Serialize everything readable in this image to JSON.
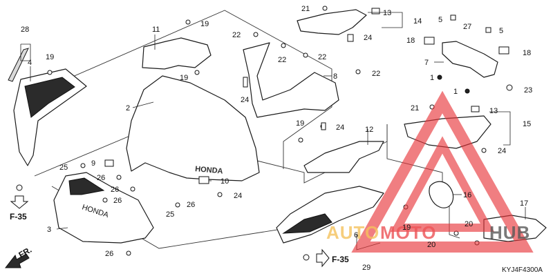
{
  "diagram": {
    "code": "KYJ4F4300A",
    "direction_label": "FR.",
    "references": [
      "F-35",
      "F-35"
    ],
    "callouts": [
      "1",
      "1",
      "2",
      "3",
      "4",
      "5",
      "5",
      "6",
      "7",
      "8",
      "9",
      "10",
      "11",
      "12",
      "13",
      "13",
      "14",
      "15",
      "16",
      "17",
      "18",
      "18",
      "19",
      "19",
      "19",
      "19",
      "19",
      "20",
      "20",
      "21",
      "21",
      "22",
      "22",
      "22",
      "22",
      "23",
      "24",
      "24",
      "24",
      "24",
      "24",
      "25",
      "25",
      "26",
      "26",
      "26",
      "26",
      "26",
      "27",
      "28",
      "29"
    ],
    "inscriptions": {
      "windscreen_mark": "HONDA",
      "cowl_badge": "HONDA"
    },
    "watermark": {
      "left": "AUTO",
      "middle": "MOTO",
      "right": "HUB",
      "colors": {
        "left": "#f2b640",
        "middle": "#e8353a",
        "right": "#3b3b3b"
      }
    }
  },
  "colors": {
    "line": "#1a1a1a",
    "background": "#ffffff",
    "watermark_red": "#e8353a",
    "watermark_yellow": "#f2b640"
  }
}
